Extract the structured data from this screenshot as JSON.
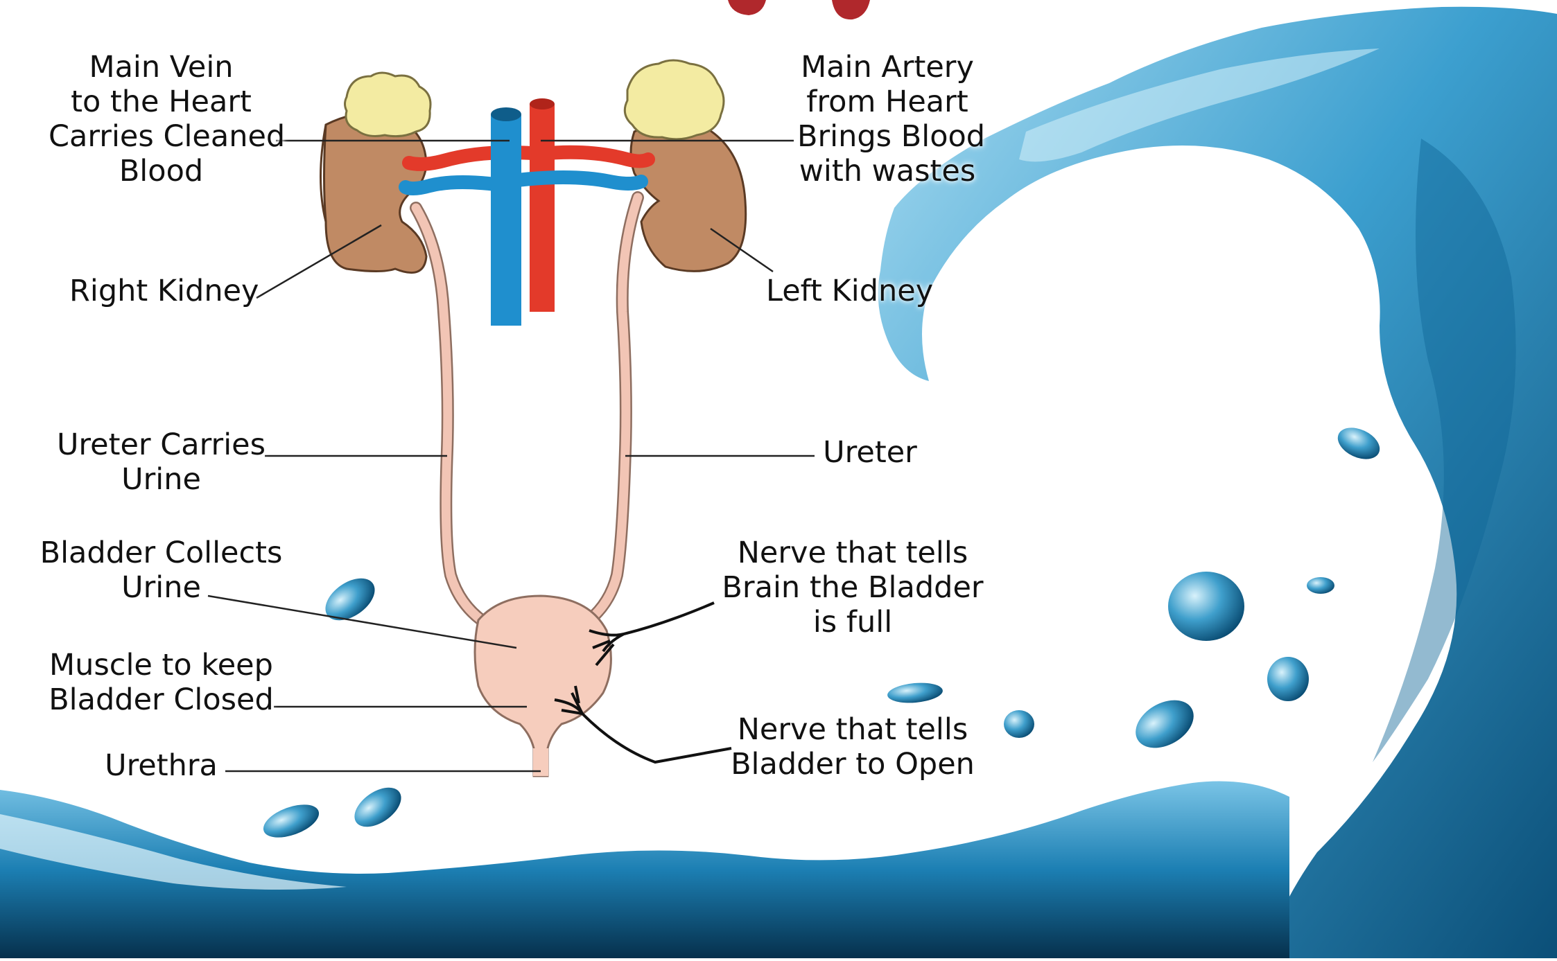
{
  "colors": {
    "vein": "#1f8fce",
    "artery": "#e33a2a",
    "kidney": "#c08a64",
    "adrenal": "#f3eba2",
    "ureter": "#f2c5b5",
    "bladder": "#f6cdbd",
    "water_dark": "#0d5e86",
    "water_light": "#8fd0ec",
    "title_red": "#b0282c"
  },
  "labels": {
    "main_vein": [
      "Main Vein",
      "to the Heart",
      "Carries Cleaned",
      "Blood"
    ],
    "main_artery": [
      "Main Artery",
      "from Heart",
      "Brings Blood",
      "with wastes"
    ],
    "right_kidney": [
      "Right Kidney"
    ],
    "left_kidney": [
      "Left Kidney"
    ],
    "ureter_carries": [
      "Ureter Carries",
      "Urine"
    ],
    "ureter": [
      "Ureter"
    ],
    "bladder_collects": [
      "Bladder Collects",
      "Urine"
    ],
    "nerve_full": [
      "Nerve that tells",
      "Brain the Bladder",
      "is full"
    ],
    "muscle": [
      "Muscle to keep",
      "Bladder Closed"
    ],
    "nerve_open": [
      "Nerve that tells",
      "Bladder to Open"
    ],
    "urethra": [
      "Urethra"
    ]
  }
}
